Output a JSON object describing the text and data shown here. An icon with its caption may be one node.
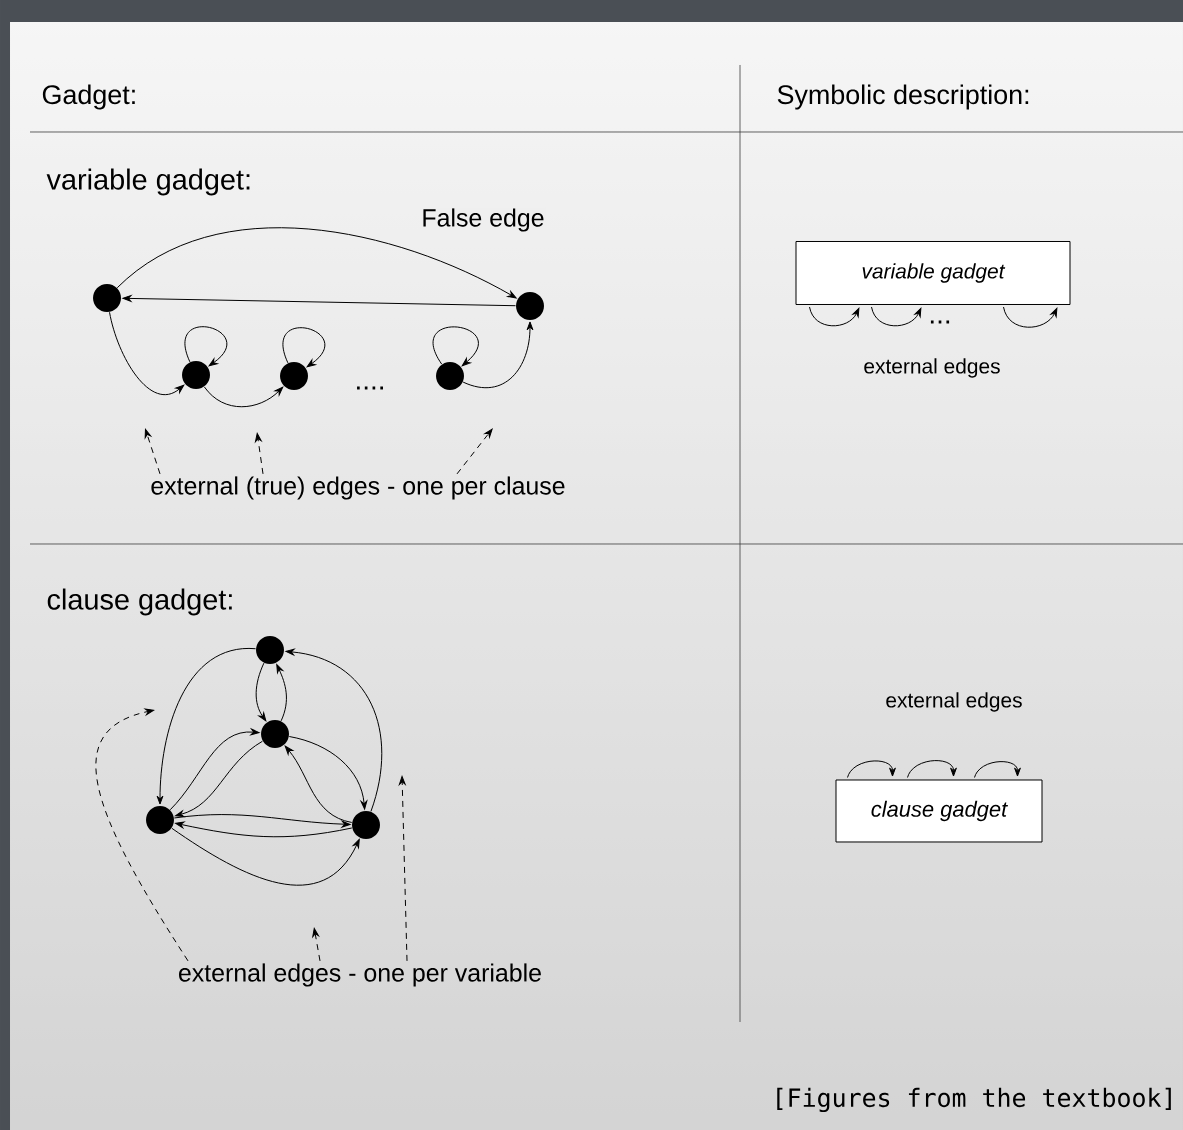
{
  "diagram": {
    "nodes": [
      {
        "text": [],
        "shape": "circle"
      },
      {
        "text": [],
        "shape": "circle"
      },
      {
        "text": [],
        "shape": "circle"
      },
      {
        "text": [],
        "shape": "circle"
      },
      {
        "text": [],
        "shape": "circle"
      },
      {
        "text": [],
        "shape": "circle"
      },
      {
        "text": [],
        "shape": "circle"
      },
      {
        "text": [],
        "shape": "circle"
      },
      {
        "text": [],
        "shape": "circle"
      },
      {
        "text": [
          "variable gadget"
        ]
      },
      {
        "text": [
          "clause gadget"
        ]
      },
      {
        "text": [
          "external (true) edges - one per clause"
        ]
      },
      {
        "text": [
          "external edges - one per variable"
        ]
      }
    ],
    "edges": [
      {
        "from": 0,
        "to": 1,
        "arrow": "to",
        "label": "False edge"
      },
      {
        "from": 1,
        "to": 0,
        "arrow": "to"
      },
      {
        "from": 2,
        "to": 2,
        "arrow": "to"
      },
      {
        "from": 3,
        "to": 3,
        "arrow": "to"
      },
      {
        "from": 4,
        "to": 4,
        "arrow": "to"
      },
      {
        "from": 0,
        "to": 2,
        "arrow": "to"
      },
      {
        "from": 2,
        "to": 3,
        "arrow": "to"
      },
      {
        "from": 4,
        "to": 1,
        "arrow": "to"
      },
      {
        "from": 5,
        "to": 7,
        "arrow": "to"
      },
      {
        "from": 5,
        "to": 6,
        "arrow": "to"
      },
      {
        "from": 6,
        "to": 5,
        "arrow": "to"
      },
      {
        "from": 7,
        "to": 6,
        "arrow": "to"
      },
      {
        "from": 6,
        "to": 7,
        "arrow": "to"
      },
      {
        "from": 6,
        "to": 8,
        "arrow": "to"
      },
      {
        "from": 8,
        "to": 6,
        "arrow": "to"
      },
      {
        "from": 7,
        "to": 8,
        "arrow": "to"
      },
      {
        "from": 8,
        "to": 7,
        "arrow": "to"
      },
      {
        "from": 7,
        "to": 8,
        "arrow": "to"
      },
      {
        "from": 8,
        "to": 5,
        "arrow": "to"
      },
      {
        "from": 9,
        "to": 9,
        "arrow": "to"
      },
      {
        "from": 9,
        "to": 9,
        "arrow": "to"
      },
      {
        "from": 9,
        "to": 9,
        "arrow": "to"
      },
      {
        "from": 10,
        "to": 10,
        "arrow": "to"
      },
      {
        "from": 10,
        "to": 10,
        "arrow": "to"
      },
      {
        "from": 10,
        "to": 10,
        "arrow": "to"
      },
      {
        "from": 11,
        "to": null,
        "arrow": "to",
        "style": "dashed"
      },
      {
        "from": 11,
        "to": null,
        "arrow": "to",
        "style": "dashed"
      },
      {
        "from": 11,
        "to": null,
        "arrow": "to",
        "style": "dashed"
      },
      {
        "from": 12,
        "to": null,
        "arrow": "to",
        "style": "dashed"
      },
      {
        "from": 12,
        "to": null,
        "arrow": "to",
        "style": "dashed"
      },
      {
        "from": 12,
        "to": null,
        "arrow": "to",
        "style": "dashed"
      }
    ],
    "labels": [
      "Gadget:",
      "Symbolic description:",
      "variable gadget:",
      "....",
      "...",
      "external edges",
      "clause gadget:",
      "external edges",
      "[Figures from the textbook]"
    ]
  }
}
